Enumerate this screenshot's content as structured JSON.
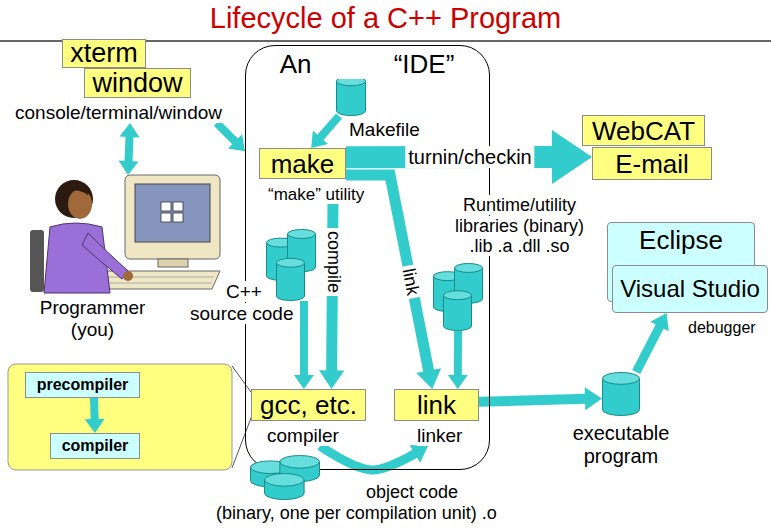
{
  "diagram": {
    "title": "Lifecycle of a C++ Program",
    "nodes": [
      {
        "text": [
          "xterm"
        ]
      },
      {
        "text": [
          "window",
          "console/terminal/window"
        ]
      },
      {
        "text": [
          "An “IDE”"
        ]
      },
      {
        "text": [
          "Makefile"
        ],
        "in": 2
      },
      {
        "text": [
          "make",
          "“make” utility"
        ],
        "in": 2
      },
      {
        "text": [
          "WebCAT"
        ]
      },
      {
        "text": [
          "E-mail"
        ]
      },
      {
        "text": [
          "Runtime/utility libraries (binary) .lib .a .dll .so"
        ],
        "in": 2
      },
      {
        "text": [
          "C++ source code"
        ],
        "in": 2
      },
      {
        "text": [
          "Eclipse"
        ]
      },
      {
        "text": [
          "Visual Studio",
          "debugger"
        ]
      },
      {
        "text": [
          "Programmer (you)"
        ]
      },
      {
        "text": [
          "precompiler"
        ]
      },
      {
        "text": [
          "compiler"
        ]
      },
      {
        "text": [
          "gcc, etc.",
          "compiler"
        ],
        "in": 2
      },
      {
        "text": [
          "link",
          "linker"
        ],
        "in": 2
      },
      {
        "text": [
          "object code (binary, one per compilation unit) .o"
        ]
      },
      {
        "text": [
          "executable program"
        ]
      }
    ],
    "edges": [
      {
        "from": 1,
        "to": 2,
        "arrow": "to"
      },
      {
        "from": 1,
        "to": 11,
        "arrow": "both"
      },
      {
        "from": 3,
        "to": 4,
        "arrow": "to"
      },
      {
        "from": 4,
        "to": 6,
        "label": "turnin/checkin",
        "arrow": "to"
      },
      {
        "from": 4,
        "to": 14,
        "label": "compile",
        "arrow": "to"
      },
      {
        "from": 4,
        "to": 15,
        "label": "link",
        "arrow": "to"
      },
      {
        "from": 8,
        "to": 14,
        "arrow": "to"
      },
      {
        "from": 7,
        "to": 15,
        "arrow": "to"
      },
      {
        "from": 14,
        "to": 15,
        "arrow": "to"
      },
      {
        "from": 15,
        "to": 17,
        "arrow": "to"
      },
      {
        "from": 17,
        "to": 10,
        "arrow": "to"
      },
      {
        "from": 12,
        "to": 13,
        "arrow": "to"
      }
    ]
  }
}
